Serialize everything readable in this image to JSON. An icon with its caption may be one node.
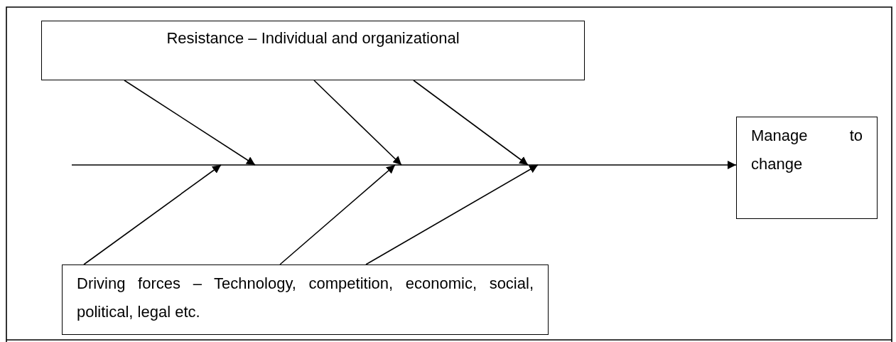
{
  "diagram": {
    "nodes": [
      {
        "text": [
          "Resistance – Individual and organizational"
        ]
      },
      {
        "text": [
          "Manage to change"
        ]
      },
      {
        "text": [
          "Driving forces – Technology, competition, economic, social, political, legal etc."
        ]
      }
    ],
    "edges": [
      {
        "from": null,
        "to": 1,
        "arrow": "to"
      },
      {
        "from": 0,
        "to": null,
        "arrow": "to"
      },
      {
        "from": 0,
        "to": null,
        "arrow": "to"
      },
      {
        "from": 0,
        "to": null,
        "arrow": "to"
      },
      {
        "from": 2,
        "to": null,
        "arrow": "to"
      },
      {
        "from": 2,
        "to": null,
        "arrow": "to"
      },
      {
        "from": 2,
        "to": null,
        "arrow": "to"
      }
    ]
  }
}
